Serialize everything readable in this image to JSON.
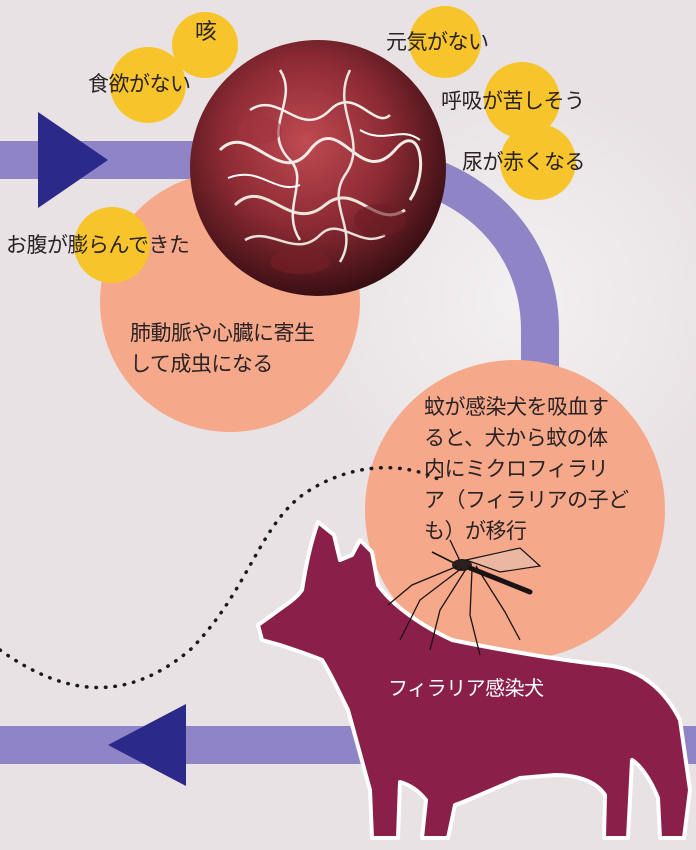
{
  "symptoms": {
    "cough": "咳",
    "no_appetite": "食欲がない",
    "no_energy": "元気がない",
    "breathing_hard": "呼吸が苦しそう",
    "red_urine": "尿が赤くなる",
    "swollen_belly": "お腹が膨らんできた"
  },
  "stages": {
    "adult_worm_line1": "肺動脈や心臓に寄生",
    "adult_worm_line2": "して成虫になる",
    "mosquito_line1": "蚊が感染犬を吸血す",
    "mosquito_line2": "ると、犬から蚊の体",
    "mosquito_line3": "内にミクロフィラリ",
    "mosquito_line4": "ア（フィラリアの子ど",
    "mosquito_line5": "も）が移行"
  },
  "dog_label": "フィラリア感染犬",
  "colors": {
    "background": "#e8e2e4",
    "cycle_arrow": "#8f84c6",
    "arrow_head": "#2b2a8a",
    "symptom_bubble": "#f7c52b",
    "stage_bubble": "#f6a98a",
    "dog": "#8a1f4a"
  },
  "icons": [
    "heartworm-photo",
    "mosquito-icon",
    "dog-silhouette",
    "arrow-right-icon",
    "arrow-left-icon"
  ]
}
